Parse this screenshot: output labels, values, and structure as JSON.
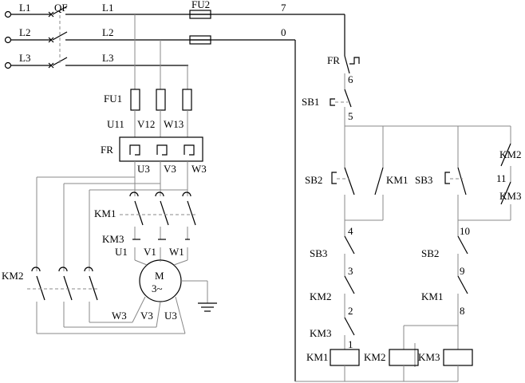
{
  "lines": {
    "l1": "L1",
    "l2": "L2",
    "l3": "L3"
  },
  "breaker": "QF",
  "fuses": {
    "fu1": "FU1",
    "fu2": "FU2"
  },
  "wire_numbers": {
    "n7": "7",
    "n0": "0",
    "n6": "6",
    "n5": "5",
    "n4": "4",
    "n3": "3",
    "n2": "2",
    "n1": "1",
    "n10": "10",
    "n9": "9",
    "n8": "8",
    "n11": "11"
  },
  "terminals": {
    "u11": "U11",
    "v12": "V12",
    "w13": "W13",
    "u3": "U3",
    "v3": "V3",
    "w3": "W3",
    "u1": "U1",
    "v1": "V1",
    "w1": "W1"
  },
  "relay": "FR",
  "motor": {
    "name": "M",
    "phase": "3~"
  },
  "contactors": {
    "km1": "KM1",
    "km2": "KM2",
    "km3": "KM3"
  },
  "buttons": {
    "sb1": "SB1",
    "sb2": "SB2",
    "sb3": "SB3"
  }
}
